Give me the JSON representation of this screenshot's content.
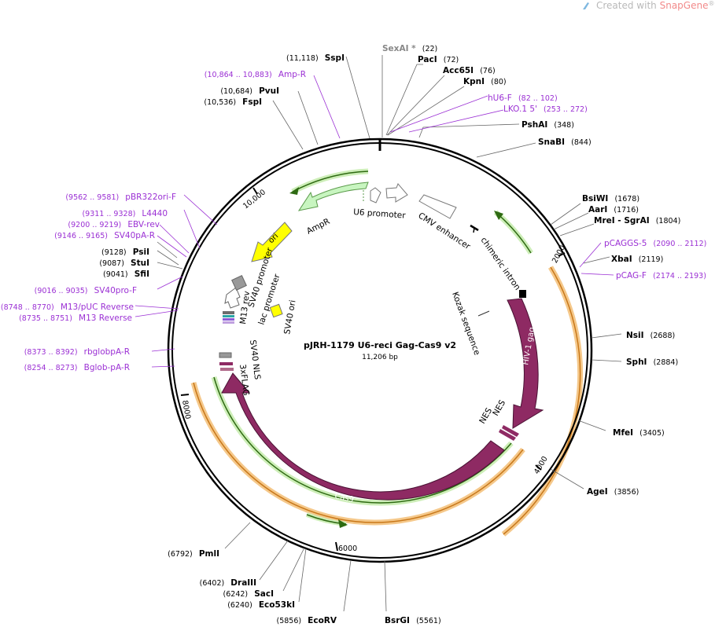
{
  "watermark": {
    "icon": "snapgene-logo-icon",
    "created_with": "Created with",
    "brand": "SnapGene",
    "reg": "®",
    "brand_color": "#f28a8a"
  },
  "plasmid": {
    "name": "pJRH-1179 U6-reci Gag-Cas9 v2",
    "length_label": "11,206 bp"
  },
  "ticks": [
    "10,000",
    "2000",
    "4000",
    "6000",
    "8000"
  ],
  "enzymes": [
    {
      "name": "SexAI *",
      "pos": "(22)"
    },
    {
      "name": "PacI",
      "pos": "(72)"
    },
    {
      "name": "Acc65I",
      "pos": "(76)"
    },
    {
      "name": "KpnI",
      "pos": "(80)"
    },
    {
      "name": "PshAI",
      "pos": "(348)"
    },
    {
      "name": "SnaBI",
      "pos": "(844)"
    },
    {
      "name": "BsiWI",
      "pos": "(1678)"
    },
    {
      "name": "AarI",
      "pos": "(1716)"
    },
    {
      "name": "MreI  - SgrAI",
      "pos": "(1804)"
    },
    {
      "name": "XbaI",
      "pos": "(2119)"
    },
    {
      "name": "NsiI",
      "pos": "(2688)"
    },
    {
      "name": "SphI",
      "pos": "(2884)"
    },
    {
      "name": "MfeI",
      "pos": "(3405)"
    },
    {
      "name": "AgeI",
      "pos": "(3856)"
    },
    {
      "name": "BsrGI",
      "pos": "(5561)"
    },
    {
      "name": "EcoRV",
      "pos": "(5856)"
    },
    {
      "name": "Eco53kI",
      "pos": "(6240)"
    },
    {
      "name": "SacI",
      "pos": "(6242)"
    },
    {
      "name": "DraIII",
      "pos": "(6402)"
    },
    {
      "name": "PmlI",
      "pos": "(6792)"
    },
    {
      "name": "SfiI",
      "pos": "(9041)"
    },
    {
      "name": "StuI",
      "pos": "(9087)"
    },
    {
      "name": "PsiI",
      "pos": "(9128)"
    },
    {
      "name": "FspI",
      "pos": "(10,536)"
    },
    {
      "name": "PvuI",
      "pos": "(10,684)"
    },
    {
      "name": "SspI",
      "pos": "(11,118)"
    }
  ],
  "primers": [
    {
      "name": "Amp-R",
      "pos": "(10,864 .. 10,883)"
    },
    {
      "name": "hU6-F",
      "pos": "(82 .. 102)"
    },
    {
      "name": "LKO.1 5'",
      "pos": "(253 .. 272)"
    },
    {
      "name": "pCAGGS-5",
      "pos": "(2090 .. 2112)"
    },
    {
      "name": "pCAG-F",
      "pos": "(2174 .. 2193)"
    },
    {
      "name": "pBR322ori-F",
      "pos": "(9562 .. 9581)"
    },
    {
      "name": "L4440",
      "pos": "(9311 .. 9328)"
    },
    {
      "name": "EBV-rev",
      "pos": "(9200 .. 9219)"
    },
    {
      "name": "SV40pA-R",
      "pos": "(9146 .. 9165)"
    },
    {
      "name": "SV40pro-F",
      "pos": "(9016 .. 9035)"
    },
    {
      "name": "M13/pUC Reverse",
      "pos": "(8748 .. 8770)"
    },
    {
      "name": "M13 Reverse",
      "pos": "(8735 .. 8751)"
    },
    {
      "name": "rbglobpA-R",
      "pos": "(8373 .. 8392)"
    },
    {
      "name": "Bglob-pA-R",
      "pos": "(8254 .. 8273)"
    }
  ],
  "features": {
    "u6_promoter": "U6 promoter",
    "cmv_enhancer": "CMV enhancer",
    "chimeric_intron": "chimeric intron",
    "kozak": "Kozak sequence",
    "hiv_gag": "HIV-1 gag",
    "nes1": "NES",
    "nes2": "NES",
    "cas9": "Cas9",
    "ampr": "AmpR",
    "ori": "ori",
    "sv40_promoter": "SV40 promoter",
    "lac_promoter": "lac promoter",
    "sv40_ori": "SV40 ori",
    "m13_rev": "M13 rev",
    "sv40_nls": "SV40 NLS",
    "flag": "3xFLAG"
  },
  "colors": {
    "primer": "#9b30d4",
    "gag_cas9": "#8e2a63",
    "ampr": "#c8f5c0",
    "ori": "#ffff00",
    "orf_outline_orange": "#e8a33a",
    "orf_outline_green": "#3a7d1a"
  }
}
